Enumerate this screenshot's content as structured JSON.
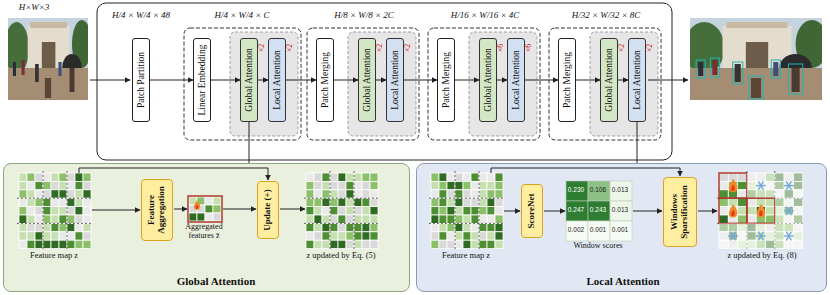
{
  "diagram": {
    "nodes": [
      {
        "text": [
          "Patch Partition"
        ]
      },
      {
        "text": [
          "Linear Embedding"
        ]
      },
      {
        "text": [
          "Global Attention",
          "×2"
        ]
      },
      {
        "text": [
          "Local Attention",
          "×2"
        ]
      },
      {
        "text": [
          "Patch Merging"
        ]
      },
      {
        "text": [
          "Global Attention",
          "×2"
        ]
      },
      {
        "text": [
          "Local Attention",
          "×2"
        ]
      },
      {
        "text": [
          "Patch Merging"
        ]
      },
      {
        "text": [
          "Global Attention",
          "×6"
        ]
      },
      {
        "text": [
          "Local Attention",
          "×6"
        ]
      },
      {
        "text": [
          "Patch Merging"
        ]
      },
      {
        "text": [
          "Global Attention",
          "×2"
        ]
      },
      {
        "text": [
          "Local Attention",
          "×2"
        ]
      },
      {
        "text": [
          "Global Attention"
        ]
      },
      {
        "text": [
          "Feature Aggregation"
        ],
        "in": 13
      },
      {
        "text": [
          "Update (+)"
        ],
        "in": 13
      },
      {
        "text": [
          "Local Attention"
        ]
      },
      {
        "text": [
          "ScoreNet"
        ],
        "in": 16
      },
      {
        "text": [
          "Windows Sparsification"
        ],
        "in": 16
      }
    ],
    "edges": [
      {
        "from": 0,
        "to": 1,
        "arrow": "to"
      },
      {
        "from": 1,
        "to": 2,
        "arrow": "to"
      },
      {
        "from": 2,
        "to": 3,
        "arrow": "to"
      },
      {
        "from": 3,
        "to": 4,
        "arrow": "to"
      },
      {
        "from": 4,
        "to": 5,
        "arrow": "to"
      },
      {
        "from": 5,
        "to": 6,
        "arrow": "to"
      },
      {
        "from": 6,
        "to": 7,
        "arrow": "to"
      },
      {
        "from": 7,
        "to": 8,
        "arrow": "to"
      },
      {
        "from": 8,
        "to": 9,
        "arrow": "to"
      },
      {
        "from": 9,
        "to": 10,
        "arrow": "to"
      },
      {
        "from": 10,
        "to": 11,
        "arrow": "to"
      },
      {
        "from": 11,
        "to": 12,
        "arrow": "to"
      },
      {
        "from": 2,
        "to": 13,
        "arrow": "none"
      },
      {
        "from": 12,
        "to": 16,
        "arrow": "none"
      }
    ],
    "labels": [
      "H×W×3",
      "H/4 × W/4 × 48",
      "H/4 × W/4 × C",
      "H/8 × W/8 × 2C",
      "H/16 × W/16 × 4C",
      "H/32 × W/32 × 8C",
      "Feature map z",
      "Aggregated features z̄",
      "z updated by Eq. (5)",
      "Feature map z",
      "0.230",
      "0.106",
      "0.013",
      "0.247",
      "0.243",
      "0.013",
      "0.002",
      "0.001",
      "0.001",
      "Window scores",
      "z updated by Eq. (8)"
    ]
  }
}
